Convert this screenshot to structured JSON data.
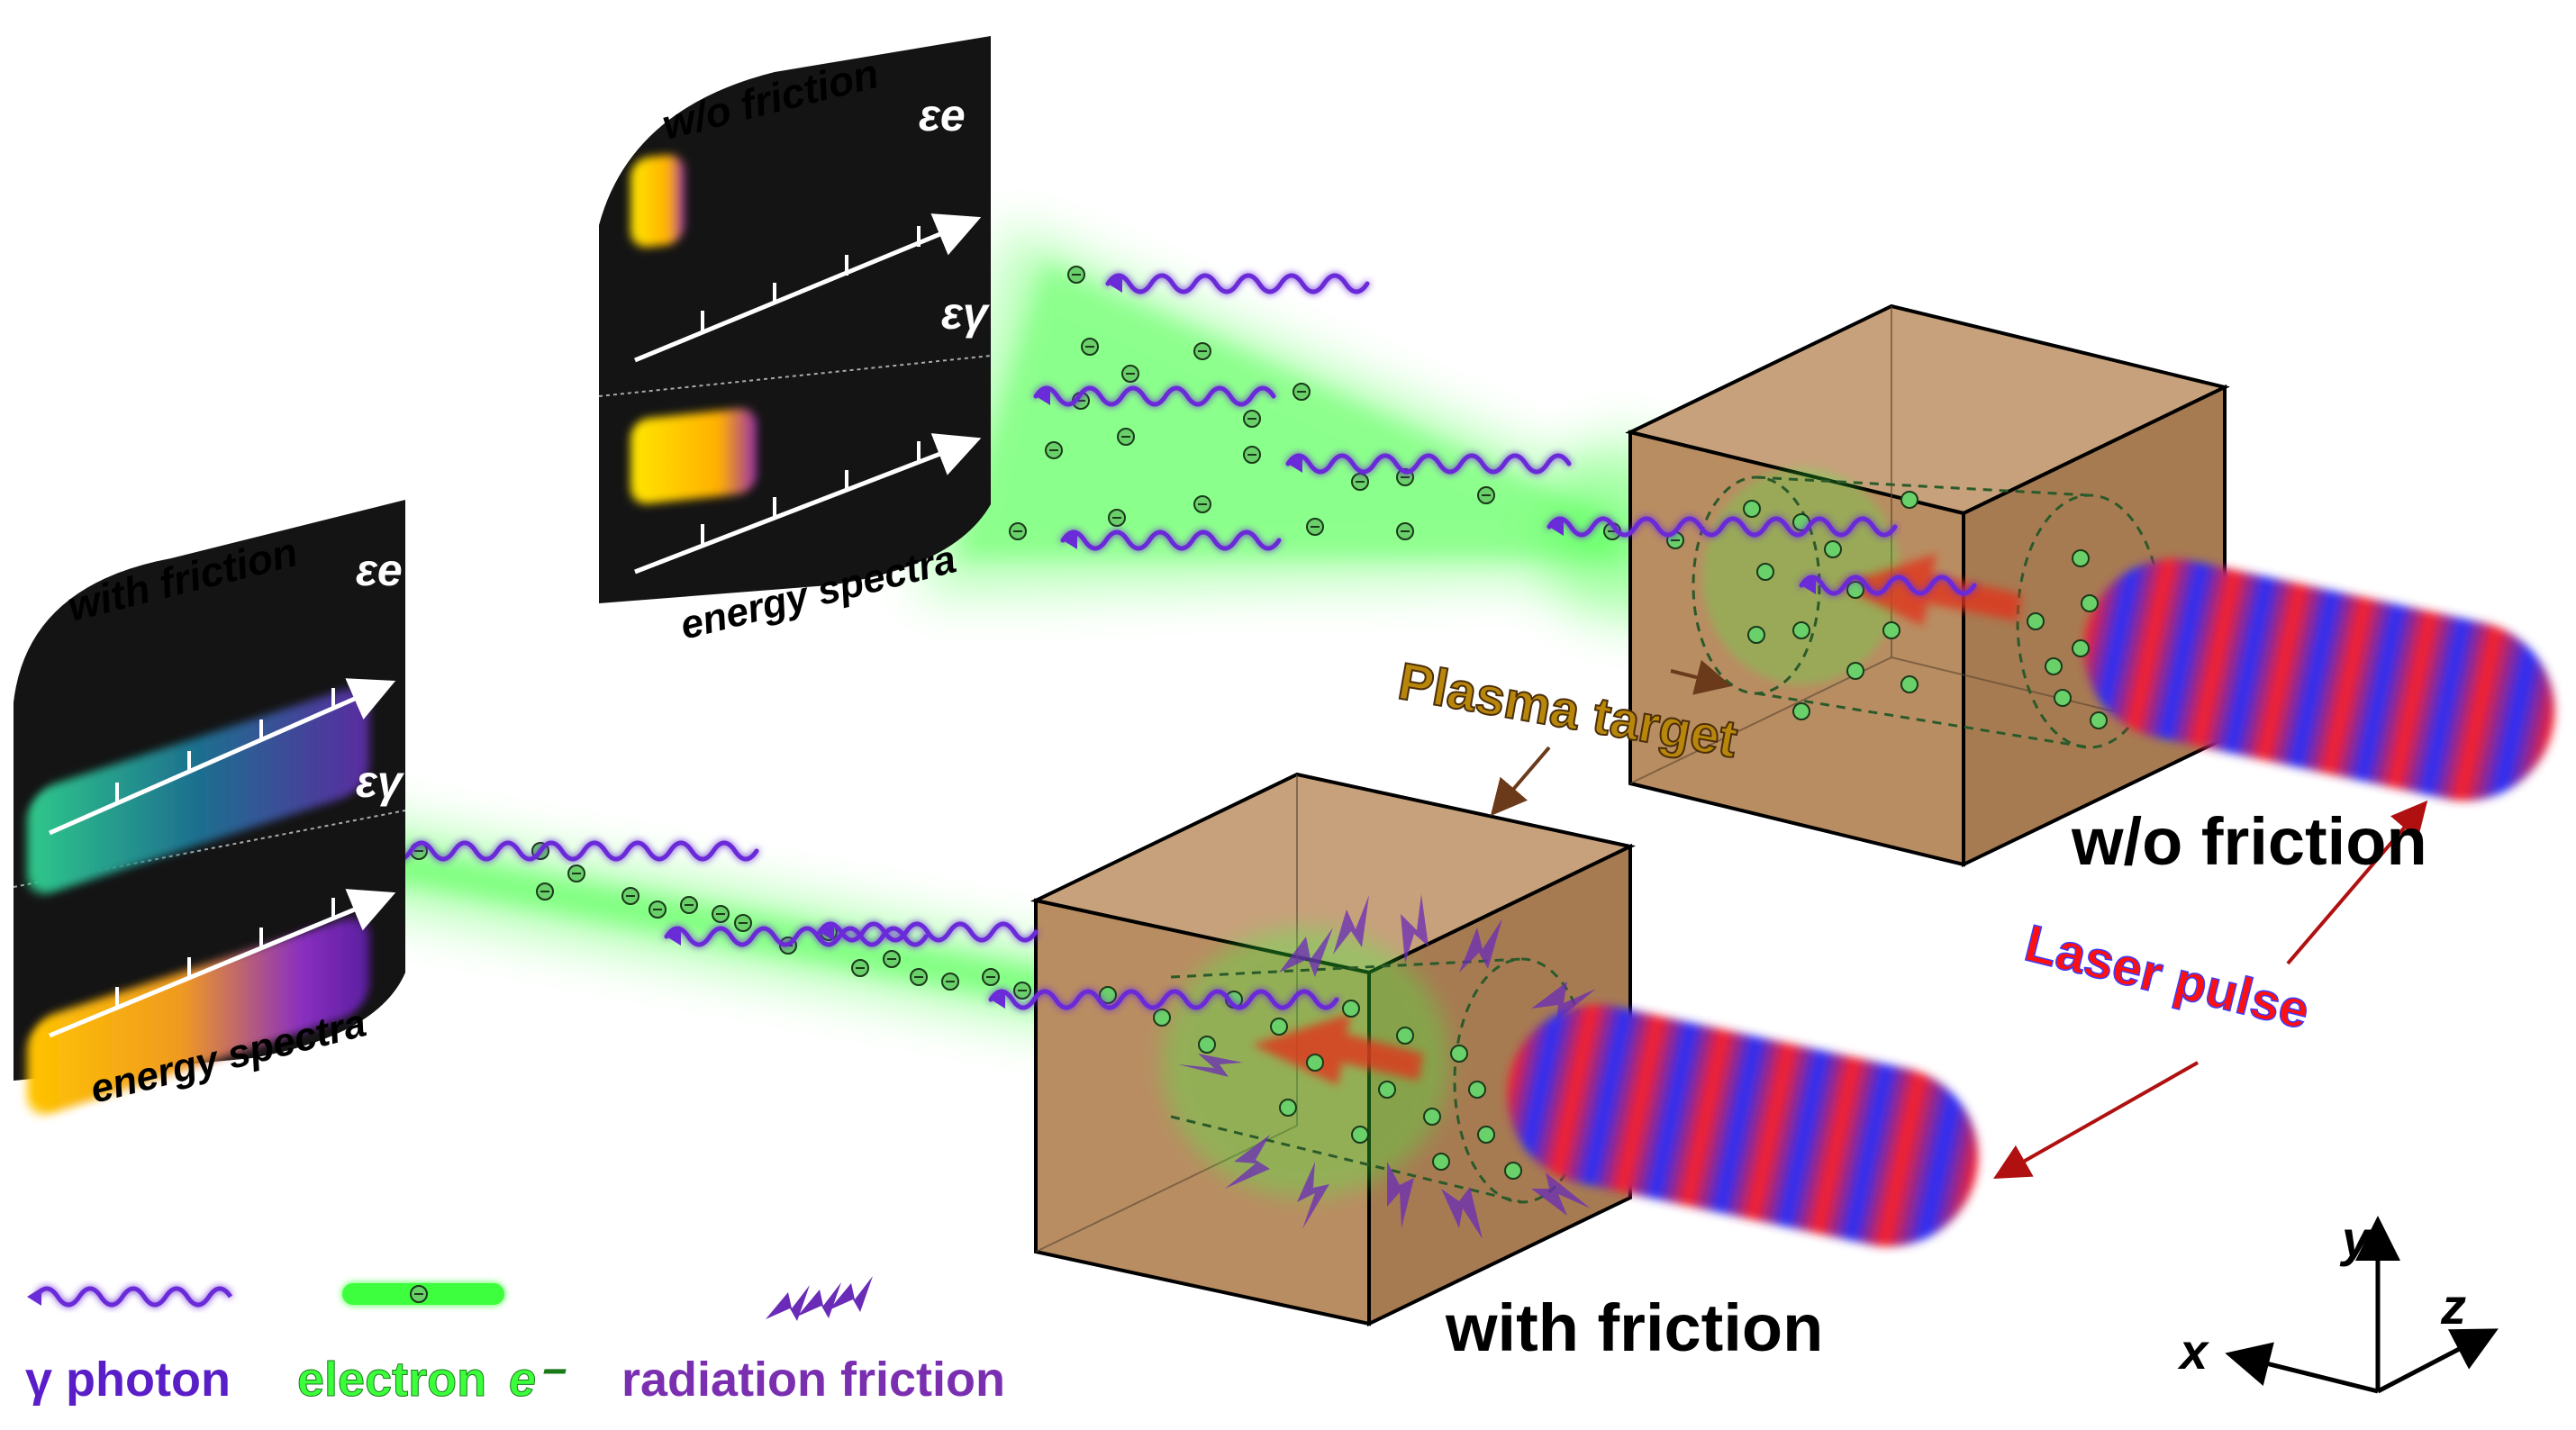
{
  "panels": {
    "top": {
      "title": "w/o friction",
      "electron_axis": "εe",
      "photon_axis": "εγ",
      "footer": "energy spectra"
    },
    "left": {
      "title": "with friction",
      "electron_axis": "εe",
      "photon_axis": "εγ",
      "footer": "energy spectra"
    }
  },
  "labels": {
    "plasma_target": "Plasma target",
    "wo_friction": "w/o friction",
    "with_friction": "with friction",
    "laser_pulse": "Laser pulse"
  },
  "legend": {
    "photon": "γ photon",
    "electron": "electron",
    "electron_symbol": "e⁻",
    "friction": "radiation friction"
  },
  "axes": {
    "x": "x",
    "y": "y",
    "z": "z"
  },
  "colors": {
    "beam_green": "#3cff3c",
    "photon_purple": "#6a2bd8",
    "laser_red": "#ff1a1a",
    "laser_blue": "#1a3cff",
    "target_brown": "#b58a5f",
    "panel_black": "#141414",
    "plasma_label": "#b8860b",
    "laser_label": "#ff1010",
    "friction_purple": "#7a2fb0"
  }
}
